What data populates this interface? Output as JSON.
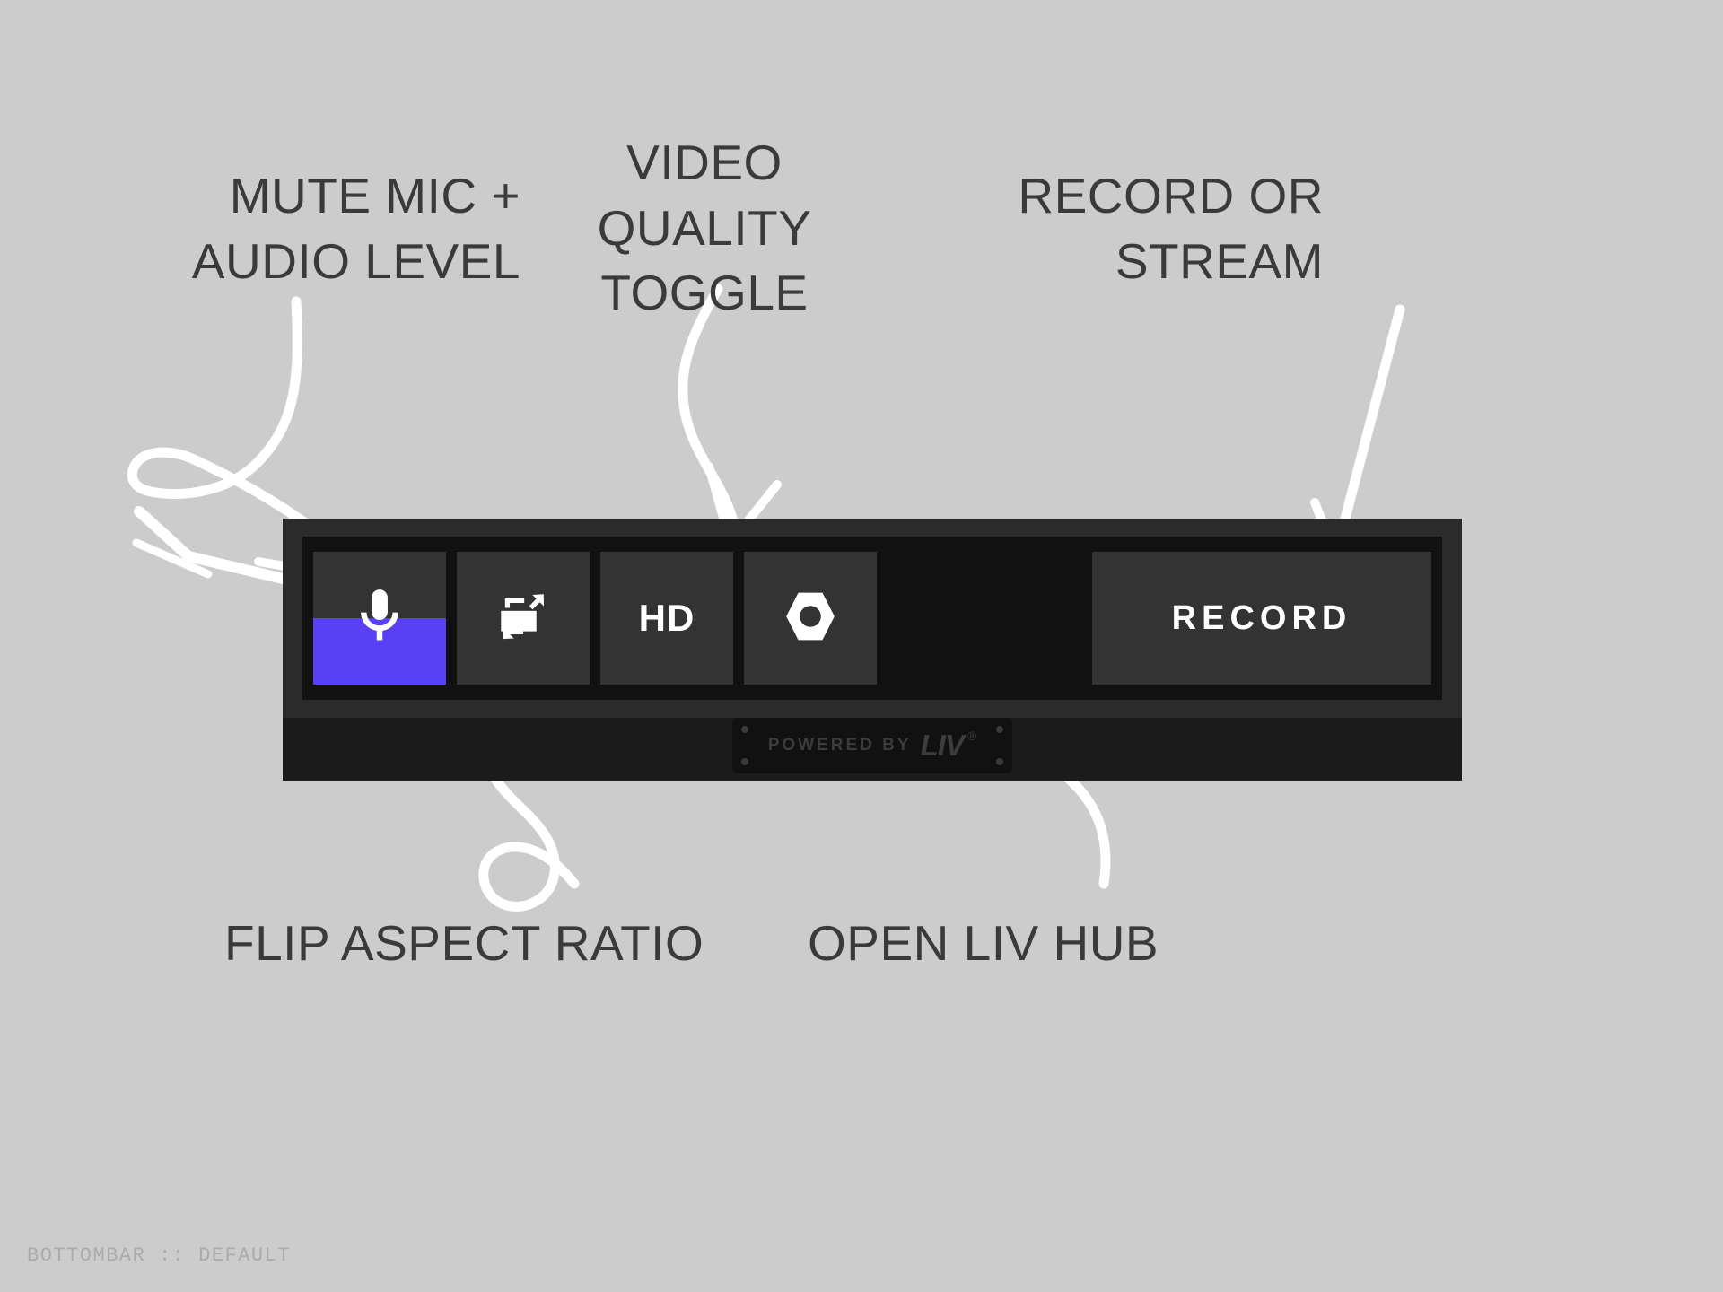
{
  "page": {
    "background_color": "#cccccc",
    "caption": "BOTTOMBAR :: DEFAULT"
  },
  "annotations": [
    {
      "id": "mute",
      "text": "MUTE MIC +\nAUDIO LEVEL",
      "target": "mic-button",
      "arrow": "hooked-curve-down-right"
    },
    {
      "id": "quality",
      "text": "VIDEO\nQUALITY\nTOGGLE",
      "target": "hd-button",
      "arrow": "s-curve-down"
    },
    {
      "id": "record",
      "text": "RECORD OR\nSTREAM",
      "target": "record-button",
      "arrow": "straight-diagonal-down-left"
    },
    {
      "id": "flip",
      "text": "FLIP ASPECT RATIO",
      "target": "aspect-ratio-button",
      "arrow": "loop-de-loop-up"
    },
    {
      "id": "hub",
      "text": "OPEN LIV HUB",
      "target": "liv-hub-button",
      "arrow": "curve-up-left"
    }
  ],
  "bottombar": {
    "frame_color": "#2b2b2b",
    "inner_color": "#111111",
    "button_color": "#333333",
    "accent_color": "#5840f5",
    "buttons": [
      {
        "name": "mic",
        "icon": "microphone-icon",
        "label": "",
        "state": "unmuted",
        "audio_level_percent": 50
      },
      {
        "name": "aspect-ratio",
        "icon": "flip-aspect-ratio-icon",
        "label": ""
      },
      {
        "name": "hd",
        "icon": "hd-text-icon",
        "label": "HD"
      },
      {
        "name": "liv-hub",
        "icon": "hex-nut-icon",
        "label": ""
      }
    ],
    "record_button": {
      "label": "RECORD"
    },
    "branding": {
      "powered_by": "POWERED BY",
      "mark": "LIV",
      "registered": "®"
    }
  }
}
